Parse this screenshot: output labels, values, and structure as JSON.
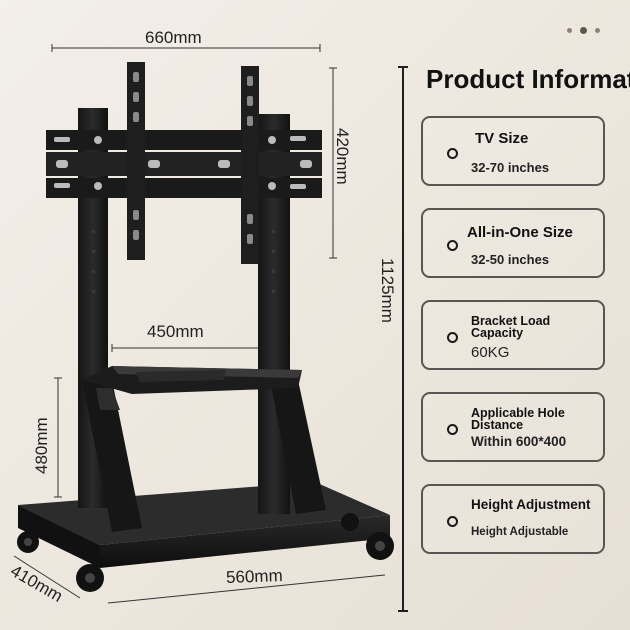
{
  "dimensions": {
    "width_top": "660mm",
    "bracket_height": "420mm",
    "total_height": "1125mm",
    "shelf_width": "450mm",
    "shelf_height": "480mm",
    "base_width": "560mm",
    "base_depth": "410mm"
  },
  "info": {
    "title": "Product Information",
    "cards": [
      {
        "label": "TV Size",
        "value": "32-70 inches"
      },
      {
        "label": "All-in-One Size",
        "value": "32-50 inches"
      },
      {
        "label": "Bracket Load Capacity",
        "value": "60KG"
      },
      {
        "label": "Applicable Hole Distance",
        "value": "Within 600*400"
      },
      {
        "label": "Height Adjustment",
        "value": "Height Adjustable"
      }
    ]
  },
  "carousel": {
    "dots": 3,
    "active_index": 1
  },
  "colors": {
    "background": "#eee8e0",
    "stand": "#1a1a1a",
    "card_border": "#5a5550"
  }
}
